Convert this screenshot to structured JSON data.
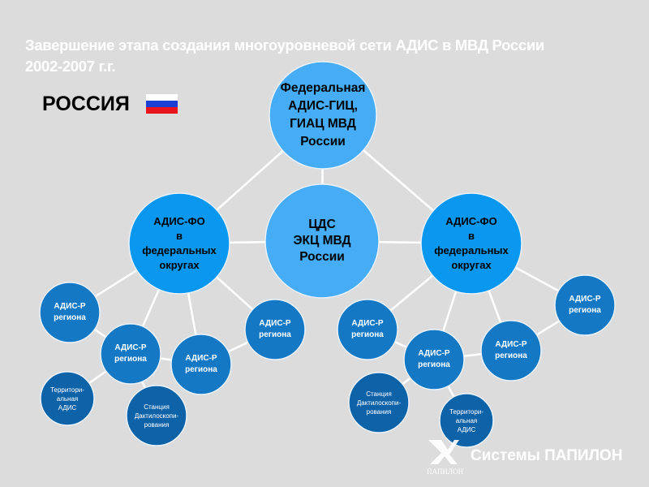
{
  "title": {
    "line1": "Завершение этапа создания многоуровневой сети АДИС в МВД России",
    "line2": "2002-2007 г.г."
  },
  "country": {
    "label": "РОССИЯ",
    "flag_colors": [
      "#ffffff",
      "#1a3fd4",
      "#e8141b"
    ]
  },
  "colors": {
    "background": "#dcdcdc",
    "top_level": "#45acf5",
    "district_level": "#0a97ef",
    "region_level": "#1478c4",
    "local_level": "#0d62a8",
    "connector": "#ffffff"
  },
  "nodes": {
    "federal": {
      "lines": [
        "Федеральная",
        "АДИС-ГИЦ,",
        "ГИАЦ МВД",
        "России"
      ]
    },
    "cds": {
      "lines": [
        "ЦДС",
        "ЭКЦ МВД",
        "России"
      ]
    },
    "fo_left": {
      "lines": [
        "АДИС-ФО",
        "в",
        "федеральных",
        "округах"
      ]
    },
    "fo_right": {
      "lines": [
        "АДИС-ФО",
        "в",
        "федеральных",
        "округах"
      ]
    },
    "region_l1": {
      "lines": [
        "АДИС-Р",
        "региона"
      ]
    },
    "region_l2": {
      "lines": [
        "АДИС-Р",
        "региона"
      ]
    },
    "region_l3": {
      "lines": [
        "АДИС-Р",
        "региона"
      ]
    },
    "region_l4": {
      "lines": [
        "АДИС-Р",
        "региона"
      ]
    },
    "region_r1": {
      "lines": [
        "АДИС-Р",
        "региона"
      ]
    },
    "region_r2": {
      "lines": [
        "АДИС-Р",
        "региона"
      ]
    },
    "region_r3": {
      "lines": [
        "АДИС-Р",
        "региона"
      ]
    },
    "region_r4": {
      "lines": [
        "АДИС-Р",
        "региона"
      ]
    },
    "terr_left": {
      "lines": [
        "Территори-",
        "альная",
        "АДИС"
      ]
    },
    "station_left": {
      "lines": [
        "Станция",
        "Дактилоскопи-",
        "рования"
      ]
    },
    "station_right": {
      "lines": [
        "Станция",
        "Дактилоскопи-",
        "рования"
      ]
    },
    "terr_right": {
      "lines": [
        "Территори-",
        "альная",
        "АДИС"
      ]
    }
  },
  "edges": [
    [
      "federal",
      "fo_left"
    ],
    [
      "federal",
      "fo_right"
    ],
    [
      "federal",
      "cds"
    ],
    [
      "cds",
      "fo_left"
    ],
    [
      "cds",
      "fo_right"
    ],
    [
      "fo_left",
      "region_l1"
    ],
    [
      "fo_left",
      "region_l2"
    ],
    [
      "fo_left",
      "region_l3"
    ],
    [
      "fo_left",
      "region_l4"
    ],
    [
      "fo_right",
      "region_r1"
    ],
    [
      "fo_right",
      "region_r2"
    ],
    [
      "fo_right",
      "region_r3"
    ],
    [
      "fo_right",
      "region_r4"
    ],
    [
      "region_l1",
      "region_l2"
    ],
    [
      "region_l2",
      "region_l3"
    ],
    [
      "region_l2",
      "terr_left"
    ],
    [
      "region_l2",
      "station_left"
    ],
    [
      "region_l3",
      "region_l4"
    ],
    [
      "region_r1",
      "region_r2"
    ],
    [
      "region_r2",
      "region_r3"
    ],
    [
      "region_r3",
      "region_r4"
    ],
    [
      "region_r2",
      "station_right"
    ],
    [
      "region_r2",
      "terr_right"
    ]
  ],
  "footer": {
    "logo_text": "ПАПИЛОН",
    "brand": "Системы ПАПИЛОН"
  }
}
